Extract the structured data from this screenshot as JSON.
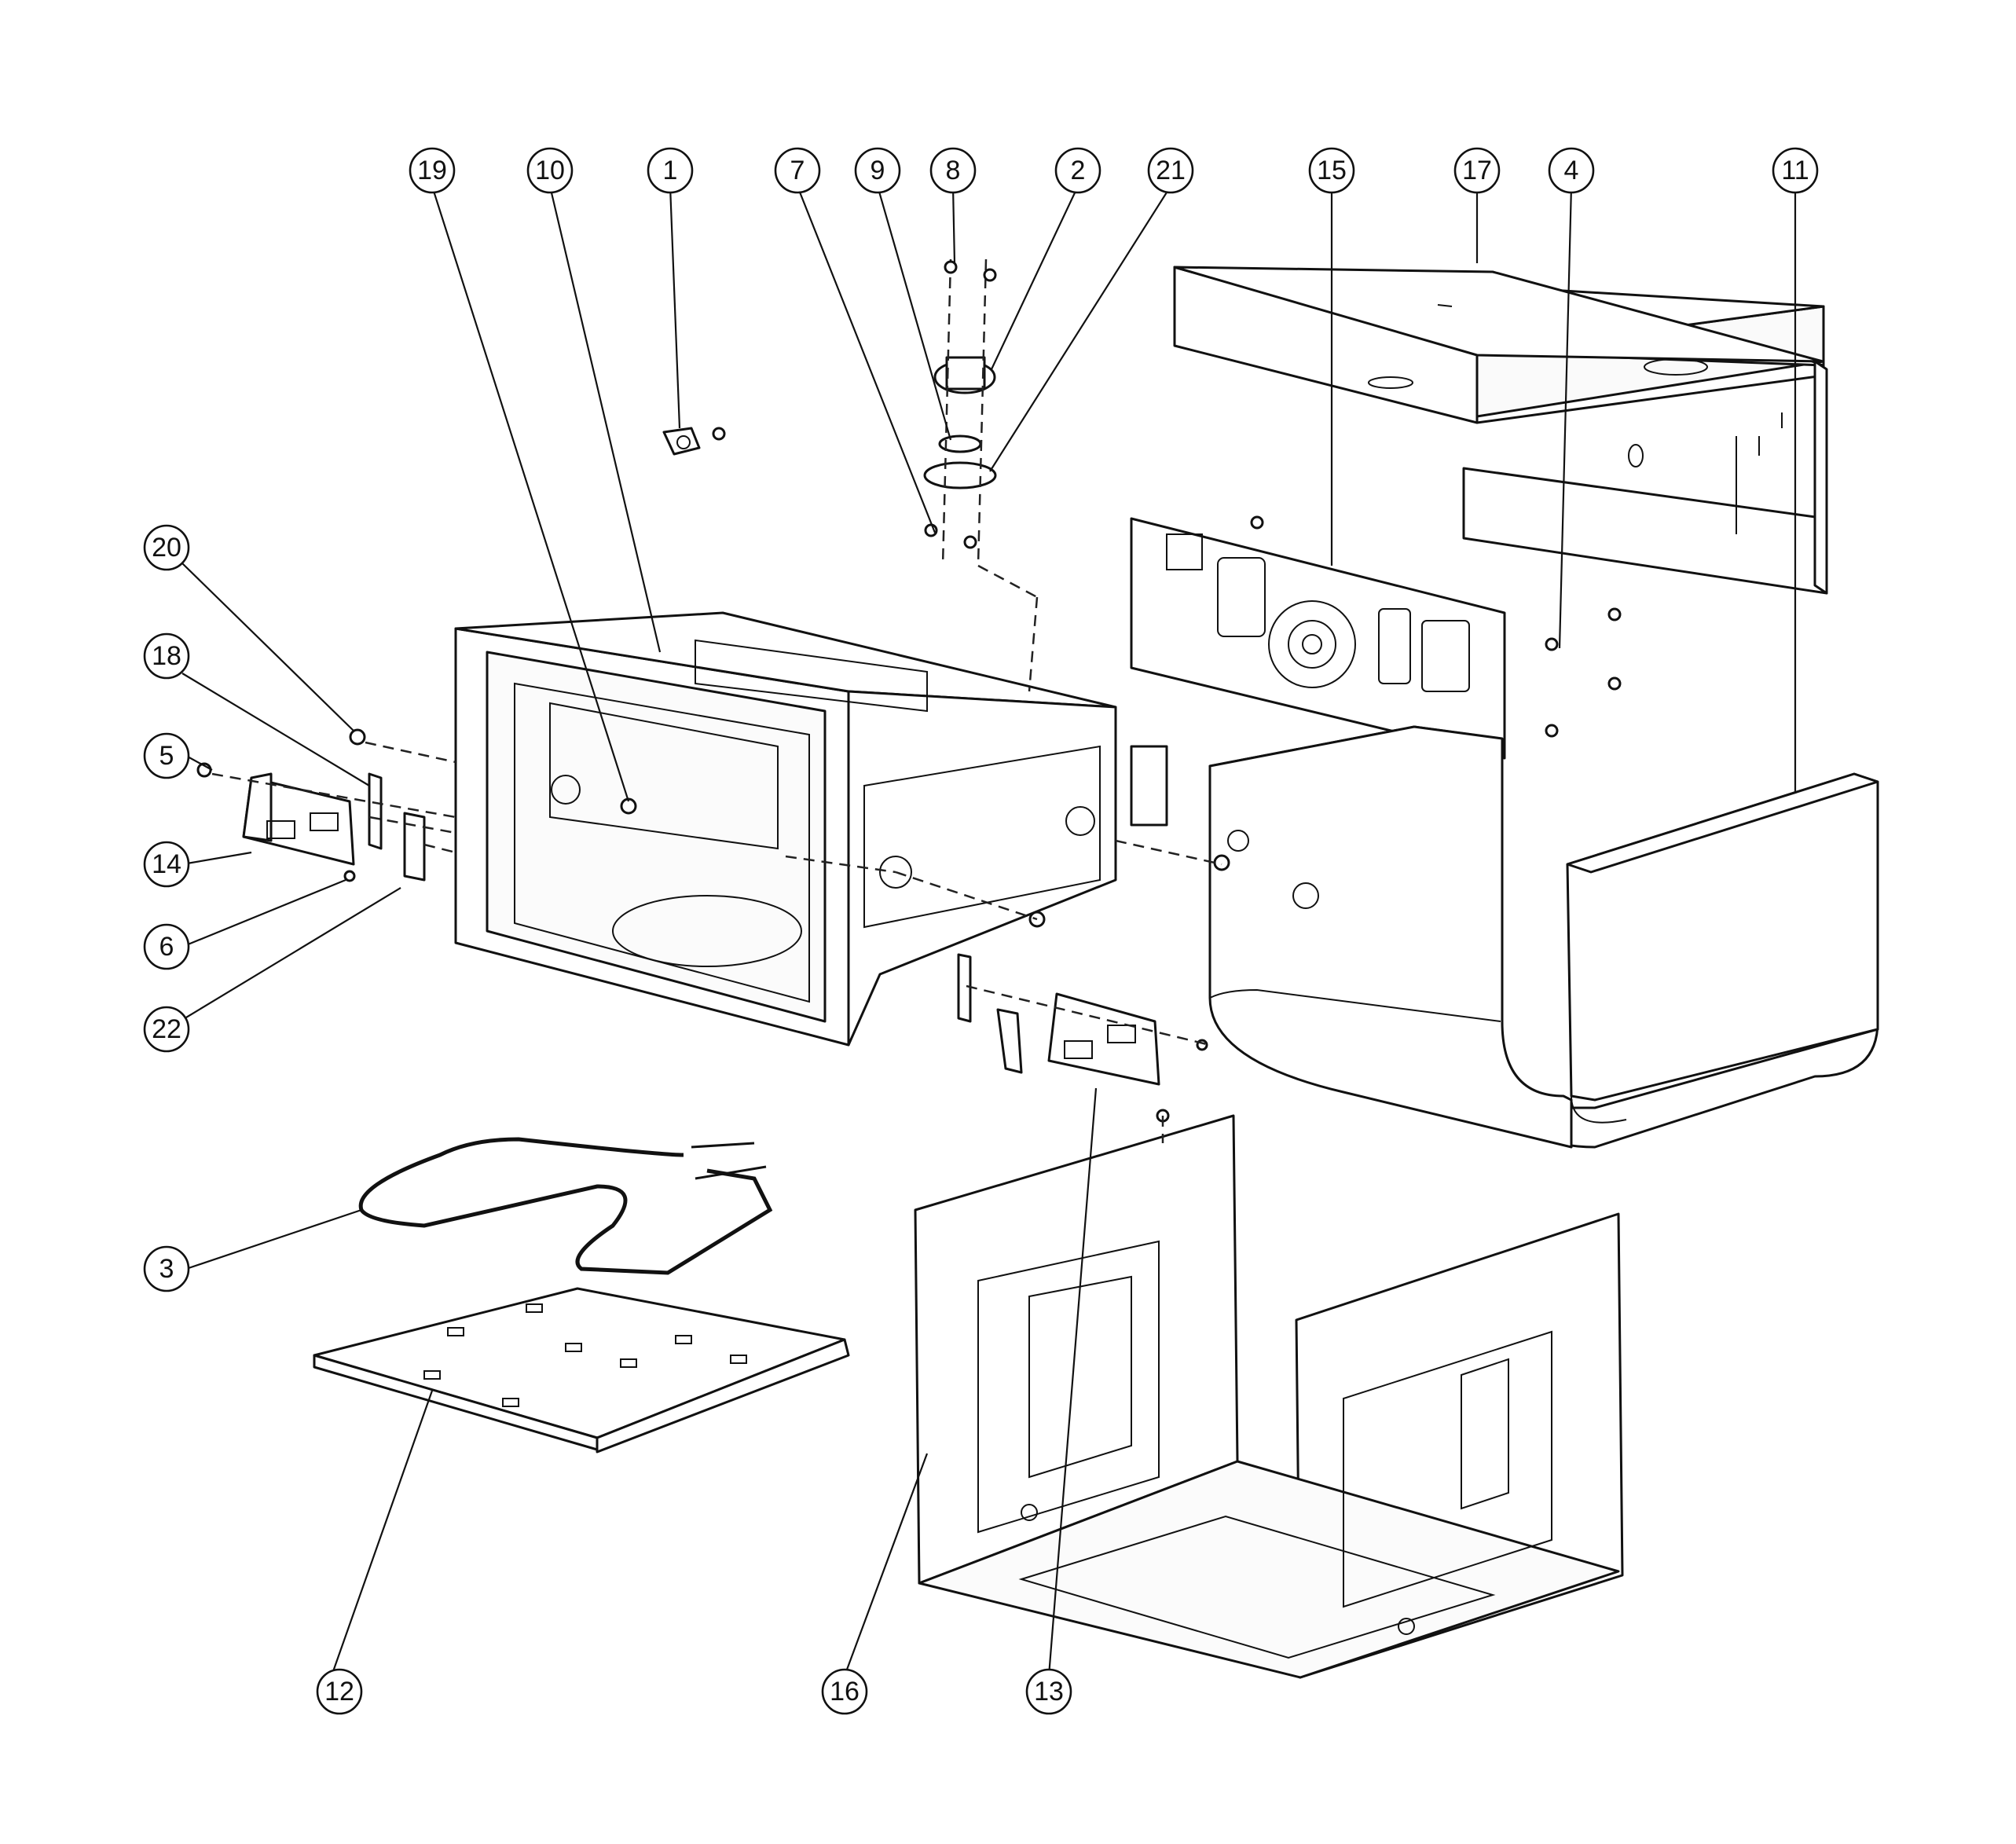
{
  "diagram": {
    "callout_labels": [
      "19",
      "10",
      "1",
      "7",
      "9",
      "8",
      "2",
      "21",
      "15",
      "17",
      "4",
      "11",
      "20",
      "18",
      "5",
      "14",
      "6",
      "22",
      "3",
      "12",
      "16",
      "13"
    ],
    "components": [
      "rear-cabinet-top-panel",
      "rear-back-plate",
      "u-shaped-outer-wrapper",
      "oven-cavity",
      "convection-motor-assembly",
      "left-hinge-bracket",
      "right-hinge-bracket",
      "bake-heating-element",
      "bottom-cover-tray",
      "outer-side-frame",
      "thermostat",
      "screws"
    ]
  }
}
